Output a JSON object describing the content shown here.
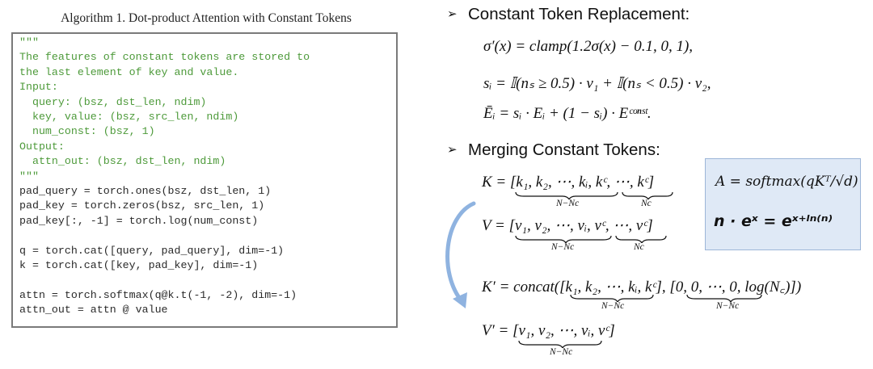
{
  "algorithm": {
    "title": "Algorithm 1. Dot-product Attention with Constant Tokens",
    "code_comment_lines": [
      "\"\"\"",
      "The features of constant tokens are stored to",
      "the last element of key and value.",
      "Input:",
      "  query: (bsz, dst_len, ndim)",
      "  key, value: (bsz, src_len, ndim)",
      "  num_const: (bsz, 1)",
      "Output:",
      "  attn_out: (bsz, dst_len, ndim)",
      "\"\"\""
    ],
    "code_lines": [
      "pad_query = torch.ones(bsz, dst_len, 1)",
      "pad_key = torch.zeros(bsz, src_len, 1)",
      "pad_key[:, -1] = torch.log(num_const)",
      "",
      "q = torch.cat([query, pad_query], dim=-1)",
      "k = torch.cat([key, pad_key], dim=-1)",
      "",
      "attn = torch.softmax(q@k.t(-1, -2), dim=-1)",
      "attn_out = attn @ value"
    ]
  },
  "sections": {
    "replacement_heading": "Constant Token Replacement:",
    "merging_heading": "Merging Constant Tokens:"
  },
  "equations": {
    "sigma_prime": "σ′(x) = clamp(1.2σ(x) − 0.1, 0, 1),",
    "s_i": "sᵢ = 𝕀(nₛ ≥ 0.5) · v₁ + 𝕀(nₛ < 0.5) · v₂,",
    "E_bar": "Ēᵢ = sᵢ · Eᵢ + (1 − sᵢ) · Eᶜᵒⁿˢᵗ.",
    "K": "K = [k₁, k₂, ⋯, kᵢ, kᶜ, ⋯, kᶜ]",
    "V": "V = [v₁, v₂, ⋯, vᵢ, vᶜ, ⋯, vᶜ]",
    "K_prime": "K′ = concat([k₁, k₂, ⋯, kᵢ, kᶜ], [0, 0, ⋯, 0, log(N꜀)])",
    "V_prime": "V′ = [v₁, v₂, ⋯, vᵢ, vᶜ]",
    "brace_label_main": "N−Nc",
    "brace_label_const": "Nc"
  },
  "formula_box": {
    "line1": "A = softmax(qKᵀ/√d)",
    "line2": "n · eˣ = eˣ⁺ˡⁿ⁽ⁿ⁾"
  },
  "colors": {
    "comment_green": "#4d9a3a",
    "box_fill": "#dfe9f6",
    "box_border": "#9db6d8",
    "arrow_blue": "#8fb3e0"
  }
}
